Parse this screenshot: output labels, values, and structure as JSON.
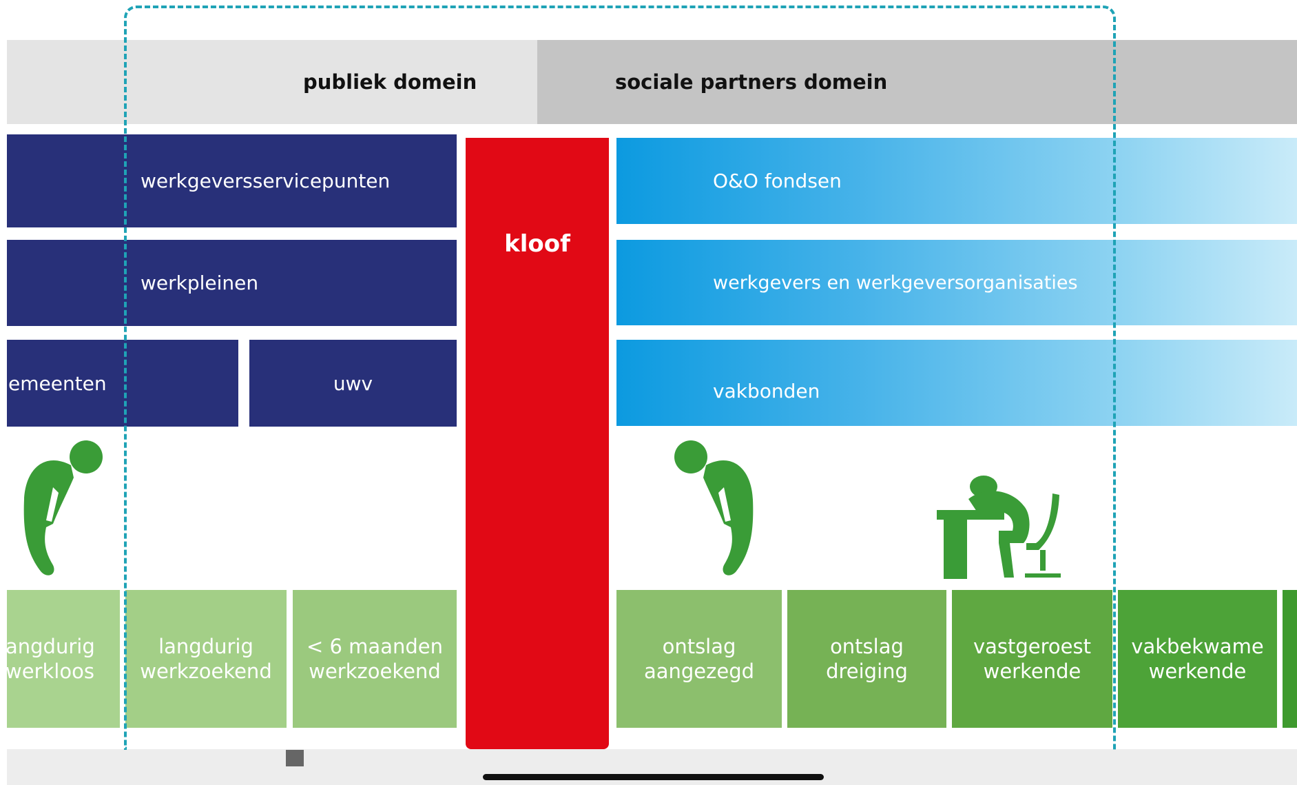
{
  "header": {
    "left_label": "publiek domein",
    "right_label": "sociale partners domein"
  },
  "public_blocks": {
    "row1": "werkgeversservicepunten",
    "row2": "werkpleinen",
    "row3_left": "emeenten",
    "row3_right": "uwv"
  },
  "gap_label": "kloof",
  "partner_blocks": {
    "row1": "O&O fondsen",
    "row2": "werkgevers en werkgeversorganisaties",
    "row3": "vakbonden"
  },
  "categories": [
    {
      "line1": "angdurig",
      "line2": "werkloos"
    },
    {
      "line1": "langdurig",
      "line2": "werkzoekend"
    },
    {
      "line1": "< 6 maanden",
      "line2": "werkzoekend"
    },
    {
      "line1": "ontslag",
      "line2": "aangezegd"
    },
    {
      "line1": "ontslag",
      "line2": "dreiging"
    },
    {
      "line1": "vastgeroest",
      "line2": "werkende"
    },
    {
      "line1": "vakbekwame",
      "line2": "werkende"
    }
  ],
  "colors": {
    "navy": "#283079",
    "red": "#e10915",
    "sky": "#0c9ae0",
    "green_icon": "#3a9c37",
    "dashed_outline": "#1fa3b6"
  },
  "icons": [
    "hunched-person-icon",
    "hunched-person-icon",
    "person-at-desk-icon"
  ]
}
